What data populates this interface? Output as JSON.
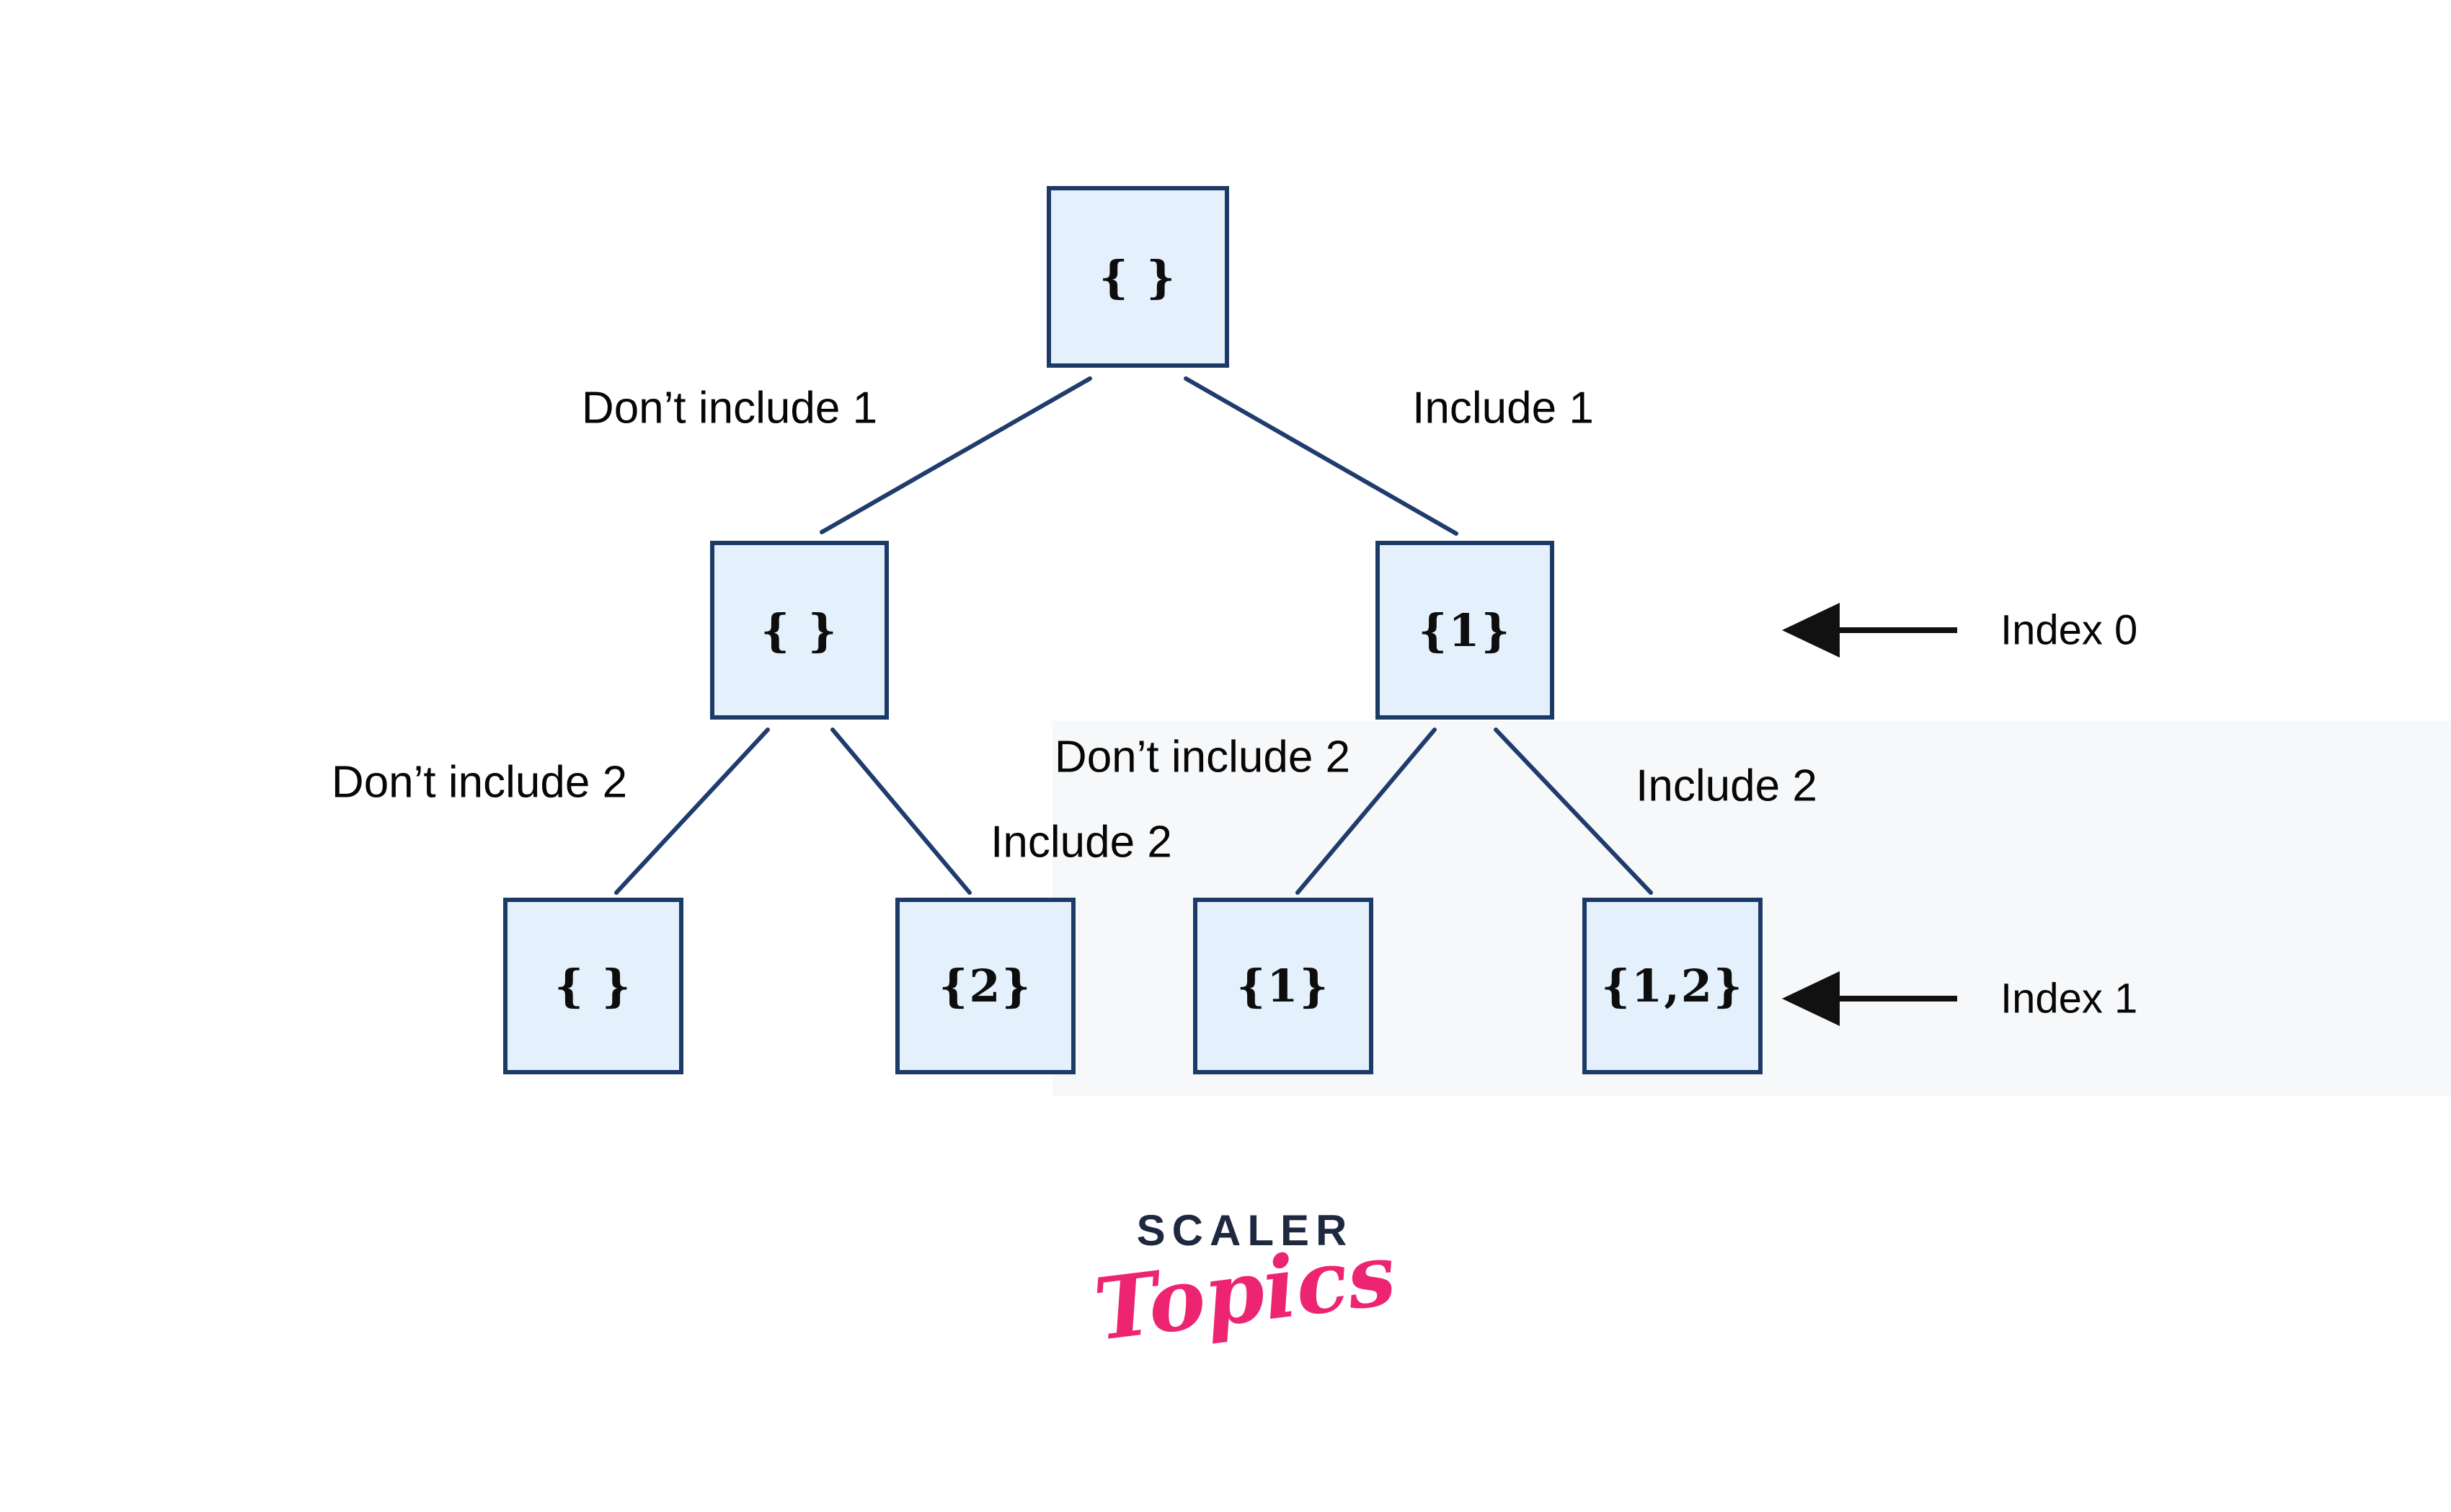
{
  "diagram": {
    "title_hint": "Recursion tree for generating all subsets of {1,2}",
    "colors": {
      "background": "#ffffff",
      "node_fill": "#e4f0fb",
      "node_border": "#1c3a66",
      "edge_line": "#1f3c6e",
      "label_text": "#060606",
      "arrow": "#111111",
      "logo_navy": "#1e2940",
      "logo_pink": "#ed2472"
    },
    "nodes": [
      {
        "id": "root",
        "label": "{ }"
      },
      {
        "id": "level2-left",
        "label": "{ }"
      },
      {
        "id": "level2-right",
        "label": "{1}"
      },
      {
        "id": "leaf-1",
        "label": "{ }"
      },
      {
        "id": "leaf-2",
        "label": "{2}"
      },
      {
        "id": "leaf-3",
        "label": "{1}"
      },
      {
        "id": "leaf-4",
        "label": "{1,2}"
      }
    ],
    "edge_labels": {
      "root_left": "Don’t include 1",
      "root_right": "Include 1",
      "left_dont": "Don’t include 2",
      "left_inc": "Include 2",
      "right_dont": "Don’t include 2",
      "right_inc": "Include 2"
    },
    "index_markers": [
      {
        "label": "Index 0"
      },
      {
        "label": "Index 1"
      }
    ],
    "logo": {
      "line1": "SCALER",
      "line2": "Topics"
    }
  }
}
